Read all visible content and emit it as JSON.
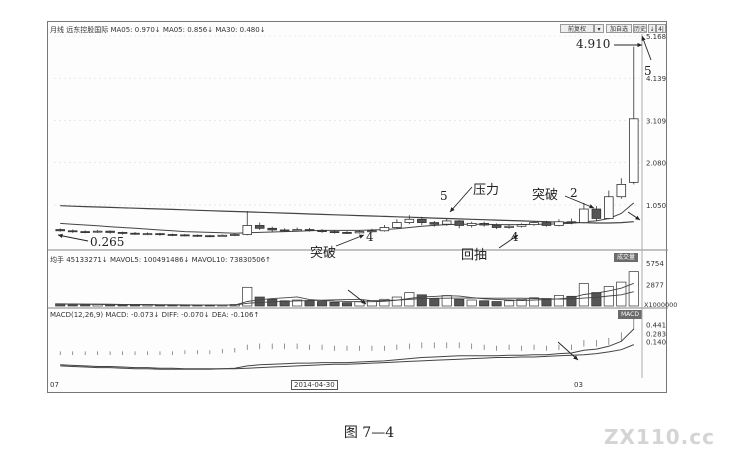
{
  "header": {
    "ma_text": "月线 远东控股国际 MA05: 0.970↓  MA05: 0.856↓  MA30: 0.480↓",
    "buttons": [
      "前复权",
      "▾",
      "加自选",
      "历史",
      "↓",
      "4|"
    ],
    "tags": [
      "成交量",
      "MACD"
    ]
  },
  "vol_header": "均手 45133271↓  MAVOL5: 100491486↓  MAVOL10: 73830506↑",
  "macd_header": "MACD(12,26,9) MACD: -0.073↓  DIFF: -0.070↓  DEA: -0.106↑",
  "x_labels": [
    "07",
    "2014-04-30",
    "03"
  ],
  "annotations": {
    "low_price": "0.265",
    "high_price": "4.910",
    "label_5_top": "5",
    "label_5_resist": "5",
    "resist_label": "压力",
    "breakout_right": "突破",
    "label_2": "2",
    "breakout_left": "突破",
    "label_4_left": "4",
    "pullback": "回抽",
    "label_4_right": "4"
  },
  "caption": "图 7—4",
  "watermark": "ZX110.cc",
  "colors": {
    "up": "#ffffff",
    "down": "#555555",
    "line": "#444444",
    "grid": "#dddddd"
  },
  "chart_data": [
    {
      "type": "candlestick",
      "title": "月线 远东控股国际",
      "y_ticks": [
        "5.168",
        "4.139",
        "3.109",
        "2.080",
        "1.050"
      ],
      "ylim": [
        0,
        5.168
      ],
      "candles": [
        {
          "o": 0.45,
          "c": 0.42,
          "h": 0.48,
          "l": 0.4
        },
        {
          "o": 0.42,
          "c": 0.4,
          "h": 0.45,
          "l": 0.37
        },
        {
          "o": 0.4,
          "c": 0.39,
          "h": 0.43,
          "l": 0.36
        },
        {
          "o": 0.39,
          "c": 0.41,
          "h": 0.44,
          "l": 0.37
        },
        {
          "o": 0.41,
          "c": 0.38,
          "h": 0.43,
          "l": 0.35
        },
        {
          "o": 0.38,
          "c": 0.36,
          "h": 0.4,
          "l": 0.33
        },
        {
          "o": 0.36,
          "c": 0.34,
          "h": 0.39,
          "l": 0.32
        },
        {
          "o": 0.34,
          "c": 0.35,
          "h": 0.38,
          "l": 0.31
        },
        {
          "o": 0.35,
          "c": 0.33,
          "h": 0.37,
          "l": 0.3
        },
        {
          "o": 0.33,
          "c": 0.32,
          "h": 0.35,
          "l": 0.29
        },
        {
          "o": 0.32,
          "c": 0.31,
          "h": 0.34,
          "l": 0.28
        },
        {
          "o": 0.31,
          "c": 0.3,
          "h": 0.33,
          "l": 0.27
        },
        {
          "o": 0.3,
          "c": 0.29,
          "h": 0.32,
          "l": 0.265
        },
        {
          "o": 0.29,
          "c": 0.31,
          "h": 0.33,
          "l": 0.28
        },
        {
          "o": 0.31,
          "c": 0.33,
          "h": 0.36,
          "l": 0.29
        },
        {
          "o": 0.33,
          "c": 0.55,
          "h": 0.9,
          "l": 0.31
        },
        {
          "o": 0.55,
          "c": 0.48,
          "h": 0.62,
          "l": 0.44
        },
        {
          "o": 0.48,
          "c": 0.44,
          "h": 0.52,
          "l": 0.4
        },
        {
          "o": 0.44,
          "c": 0.42,
          "h": 0.48,
          "l": 0.39
        },
        {
          "o": 0.42,
          "c": 0.45,
          "h": 0.5,
          "l": 0.4
        },
        {
          "o": 0.45,
          "c": 0.43,
          "h": 0.49,
          "l": 0.4
        },
        {
          "o": 0.43,
          "c": 0.4,
          "h": 0.46,
          "l": 0.37
        },
        {
          "o": 0.4,
          "c": 0.38,
          "h": 0.43,
          "l": 0.35
        },
        {
          "o": 0.38,
          "c": 0.37,
          "h": 0.41,
          "l": 0.34
        },
        {
          "o": 0.37,
          "c": 0.4,
          "h": 0.44,
          "l": 0.35
        },
        {
          "o": 0.4,
          "c": 0.42,
          "h": 0.47,
          "l": 0.38
        },
        {
          "o": 0.42,
          "c": 0.5,
          "h": 0.56,
          "l": 0.4
        },
        {
          "o": 0.5,
          "c": 0.62,
          "h": 0.7,
          "l": 0.47
        },
        {
          "o": 0.62,
          "c": 0.7,
          "h": 0.8,
          "l": 0.58
        },
        {
          "o": 0.7,
          "c": 0.62,
          "h": 0.76,
          "l": 0.56
        },
        {
          "o": 0.62,
          "c": 0.58,
          "h": 0.66,
          "l": 0.52
        },
        {
          "o": 0.58,
          "c": 0.66,
          "h": 0.72,
          "l": 0.54
        },
        {
          "o": 0.66,
          "c": 0.55,
          "h": 0.68,
          "l": 0.48
        },
        {
          "o": 0.55,
          "c": 0.6,
          "h": 0.64,
          "l": 0.5
        },
        {
          "o": 0.6,
          "c": 0.56,
          "h": 0.64,
          "l": 0.52
        },
        {
          "o": 0.56,
          "c": 0.5,
          "h": 0.6,
          "l": 0.46
        },
        {
          "o": 0.5,
          "c": 0.53,
          "h": 0.57,
          "l": 0.47
        },
        {
          "o": 0.53,
          "c": 0.57,
          "h": 0.6,
          "l": 0.5
        },
        {
          "o": 0.57,
          "c": 0.62,
          "h": 0.66,
          "l": 0.54
        },
        {
          "o": 0.62,
          "c": 0.55,
          "h": 0.66,
          "l": 0.52
        },
        {
          "o": 0.55,
          "c": 0.64,
          "h": 0.7,
          "l": 0.53
        },
        {
          "o": 0.64,
          "c": 0.62,
          "h": 0.72,
          "l": 0.58
        },
        {
          "o": 0.62,
          "c": 0.95,
          "h": 1.1,
          "l": 0.6
        },
        {
          "o": 0.95,
          "c": 0.72,
          "h": 1.02,
          "l": 0.66
        },
        {
          "o": 0.72,
          "c": 1.25,
          "h": 1.4,
          "l": 0.7
        },
        {
          "o": 1.25,
          "c": 1.55,
          "h": 1.7,
          "l": 1.2
        },
        {
          "o": 1.6,
          "c": 3.15,
          "h": 4.91,
          "l": 1.55
        }
      ],
      "ma_short": [
        0.6,
        0.58,
        0.56,
        0.54,
        0.52,
        0.5,
        0.48,
        0.46,
        0.44,
        0.42,
        0.4,
        0.39,
        0.38,
        0.37,
        0.36,
        0.37,
        0.38,
        0.39,
        0.4,
        0.41,
        0.42,
        0.43,
        0.43,
        0.43,
        0.43,
        0.44,
        0.45,
        0.47,
        0.5,
        0.53,
        0.55,
        0.57,
        0.58,
        0.58,
        0.58,
        0.57,
        0.57,
        0.57,
        0.58,
        0.58,
        0.59,
        0.6,
        0.64,
        0.66,
        0.72,
        0.84,
        1.1
      ],
      "ma_long": [
        1.03,
        1.02,
        1.01,
        1.0,
        0.99,
        0.98,
        0.97,
        0.96,
        0.95,
        0.94,
        0.93,
        0.92,
        0.91,
        0.9,
        0.89,
        0.88,
        0.87,
        0.86,
        0.85,
        0.84,
        0.83,
        0.82,
        0.81,
        0.8,
        0.79,
        0.78,
        0.77,
        0.76,
        0.75,
        0.74,
        0.73,
        0.72,
        0.71,
        0.7,
        0.69,
        0.68,
        0.67,
        0.66,
        0.65,
        0.64,
        0.63,
        0.62,
        0.62,
        0.61,
        0.61,
        0.62,
        0.64
      ]
    },
    {
      "type": "bar",
      "title": "成交量",
      "y_ticks": [
        "5754",
        "2877",
        "X1000000"
      ],
      "ylim": [
        0,
        5754
      ],
      "values": [
        300,
        250,
        200,
        220,
        180,
        160,
        150,
        170,
        140,
        130,
        120,
        110,
        100,
        150,
        200,
        2500,
        1200,
        900,
        700,
        800,
        700,
        600,
        500,
        450,
        600,
        700,
        900,
        1200,
        1800,
        1500,
        1000,
        1400,
        900,
        800,
        700,
        600,
        700,
        900,
        1100,
        1000,
        1400,
        1300,
        3000,
        1800,
        2600,
        3200,
        4600
      ],
      "down_flags": [
        1,
        1,
        1,
        0,
        1,
        1,
        1,
        0,
        1,
        1,
        1,
        1,
        1,
        0,
        0,
        0,
        1,
        1,
        1,
        0,
        1,
        1,
        1,
        1,
        0,
        0,
        0,
        0,
        0,
        1,
        1,
        0,
        1,
        0,
        1,
        1,
        0,
        0,
        0,
        1,
        0,
        1,
        0,
        1,
        0,
        0,
        0
      ],
      "mavol5": [
        260,
        240,
        230,
        220,
        200,
        180,
        170,
        160,
        150,
        140,
        130,
        120,
        115,
        120,
        130,
        600,
        830,
        990,
        1100,
        1220,
        860,
        740,
        660,
        610,
        560,
        570,
        630,
        770,
        1010,
        1220,
        1280,
        1380,
        1320,
        1120,
        960,
        880,
        800,
        740,
        800,
        860,
        960,
        1100,
        1540,
        1720,
        2020,
        2380,
        3040
      ],
      "mavol10": [
        280,
        270,
        260,
        250,
        240,
        220,
        205,
        195,
        180,
        170,
        160,
        150,
        140,
        135,
        130,
        365,
        480,
        560,
        620,
        680,
        730,
        780,
        825,
        855,
        890,
        715,
        730,
        795,
        880,
        985,
        1030,
        1050,
        1060,
        1060,
        1040,
        1045,
        1050,
        1045,
        1010,
        960,
        930,
        940,
        1060,
        1160,
        1340,
        1500,
        1910
      ]
    },
    {
      "type": "line",
      "title": "MACD(12,26,9)",
      "y_ticks": [
        "0.441",
        "0.283",
        "0.140"
      ],
      "ylim": [
        -0.48,
        0.52
      ],
      "diff": [
        -0.3,
        -0.31,
        -0.32,
        -0.33,
        -0.33,
        -0.34,
        -0.35,
        -0.35,
        -0.36,
        -0.36,
        -0.36,
        -0.36,
        -0.36,
        -0.35,
        -0.34,
        -0.3,
        -0.28,
        -0.27,
        -0.26,
        -0.25,
        -0.25,
        -0.24,
        -0.24,
        -0.24,
        -0.23,
        -0.22,
        -0.21,
        -0.19,
        -0.17,
        -0.15,
        -0.14,
        -0.13,
        -0.12,
        -0.12,
        -0.12,
        -0.12,
        -0.11,
        -0.11,
        -0.1,
        -0.1,
        -0.08,
        -0.07,
        -0.02,
        0.0,
        0.05,
        0.14,
        0.36
      ],
      "dea": [
        -0.28,
        -0.29,
        -0.3,
        -0.31,
        -0.31,
        -0.32,
        -0.33,
        -0.33,
        -0.34,
        -0.34,
        -0.35,
        -0.35,
        -0.35,
        -0.35,
        -0.35,
        -0.34,
        -0.33,
        -0.32,
        -0.31,
        -0.3,
        -0.29,
        -0.28,
        -0.27,
        -0.27,
        -0.26,
        -0.25,
        -0.24,
        -0.23,
        -0.22,
        -0.21,
        -0.2,
        -0.19,
        -0.18,
        -0.17,
        -0.16,
        -0.15,
        -0.15,
        -0.14,
        -0.14,
        -0.13,
        -0.12,
        -0.11,
        -0.1,
        -0.08,
        -0.05,
        -0.01,
        0.08
      ],
      "macd": [
        -0.04,
        -0.04,
        -0.04,
        -0.04,
        -0.04,
        -0.04,
        -0.04,
        -0.04,
        -0.04,
        -0.04,
        -0.02,
        -0.02,
        -0.02,
        0.0,
        0.02,
        0.08,
        0.1,
        0.1,
        0.1,
        0.1,
        0.08,
        0.08,
        0.06,
        0.06,
        0.06,
        0.06,
        0.06,
        0.08,
        0.1,
        0.12,
        0.12,
        0.12,
        0.12,
        0.1,
        0.08,
        0.06,
        0.08,
        0.06,
        0.08,
        0.06,
        0.08,
        0.08,
        0.16,
        0.16,
        0.2,
        0.3,
        0.56
      ]
    }
  ]
}
